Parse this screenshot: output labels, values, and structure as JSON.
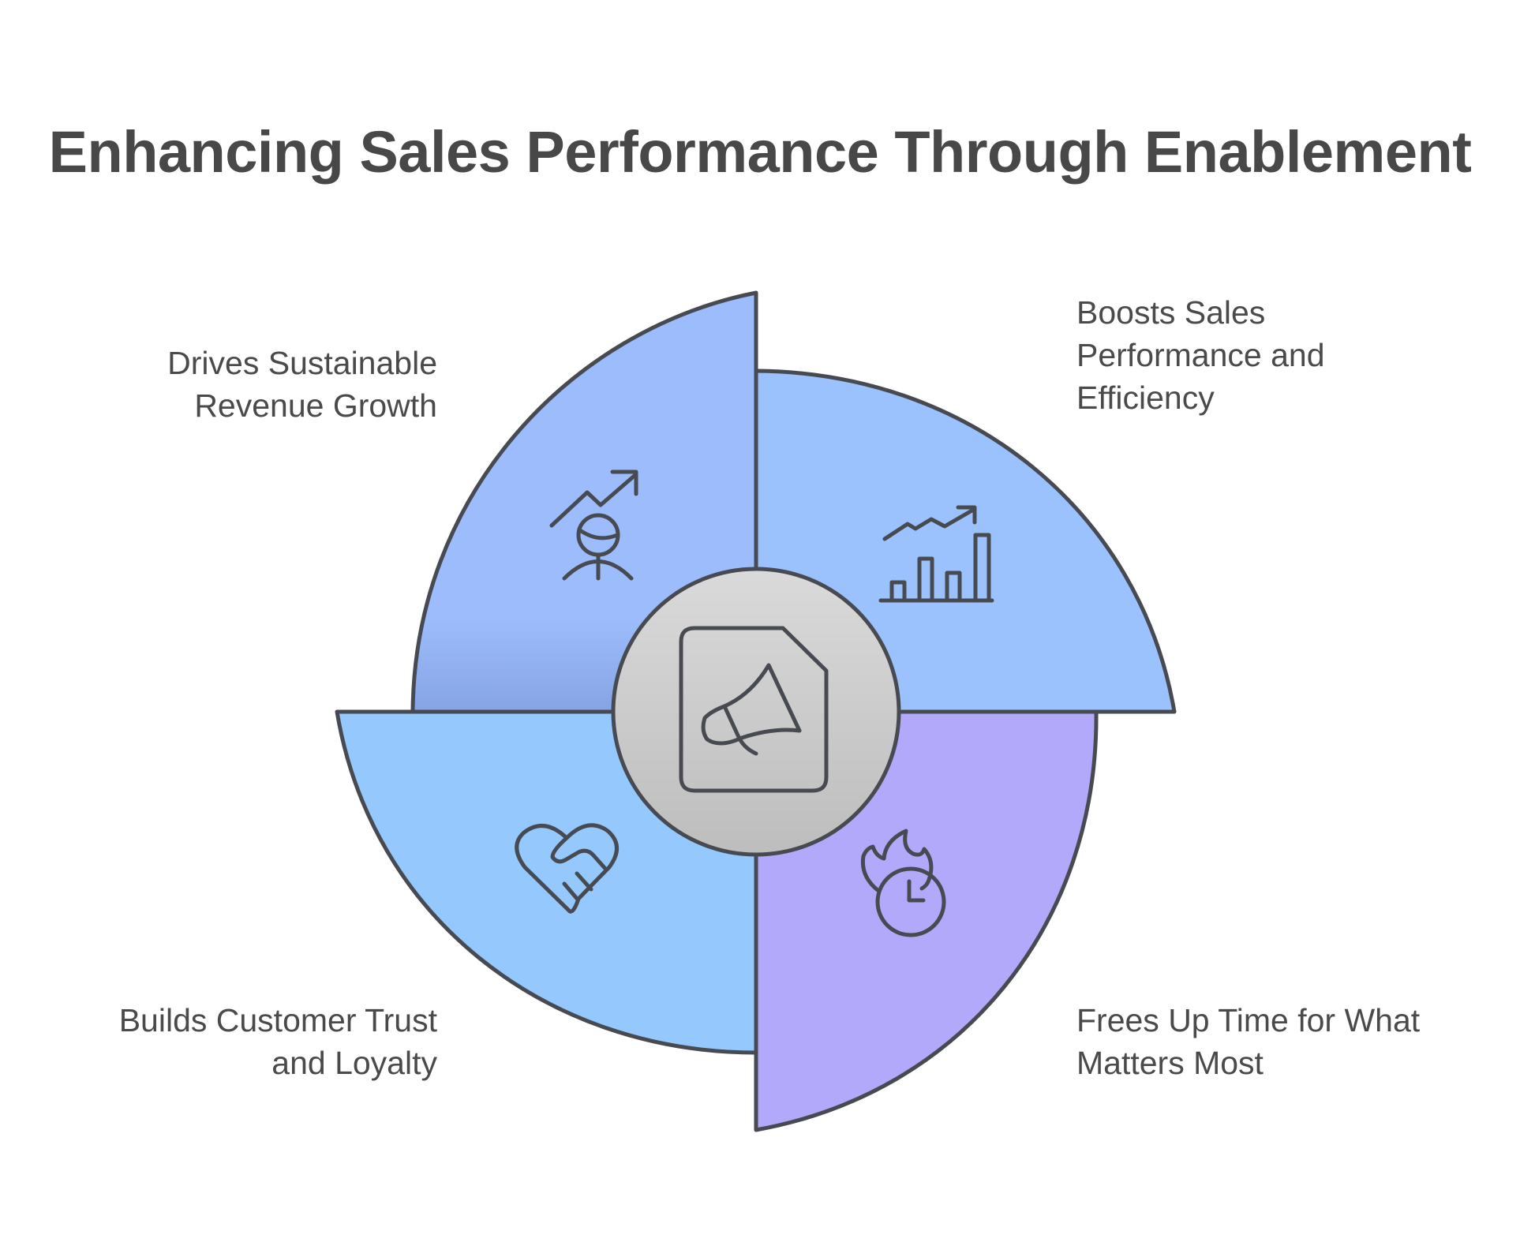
{
  "title": "Enhancing Sales Performance Through Enablement",
  "center": {
    "icon": "megaphone-document-icon",
    "fill_top": "#d9d9d9",
    "fill_bottom": "#bfbfbf"
  },
  "stroke_color": "#484a52",
  "quadrants": [
    {
      "position": "top-left",
      "icon": "person-growth-arrow-icon",
      "color": "#9dbcfc",
      "color_shade": "#87a5e6",
      "label_lines": [
        "Drives Sustainable",
        "Revenue Growth"
      ]
    },
    {
      "position": "top-right",
      "icon": "bar-chart-trend-icon",
      "color": "#9cc2fd",
      "label_lines": [
        "Boosts Sales",
        "Performance and",
        "Efficiency"
      ]
    },
    {
      "position": "bottom-left",
      "icon": "heart-handshake-icon",
      "color": "#95c8fd",
      "label_lines": [
        "Builds Customer Trust",
        "and Loyalty"
      ]
    },
    {
      "position": "bottom-right",
      "icon": "fire-clock-icon",
      "color": "#b3a9fb",
      "label_lines": [
        "Frees Up Time for What",
        "Matters Most"
      ]
    }
  ]
}
